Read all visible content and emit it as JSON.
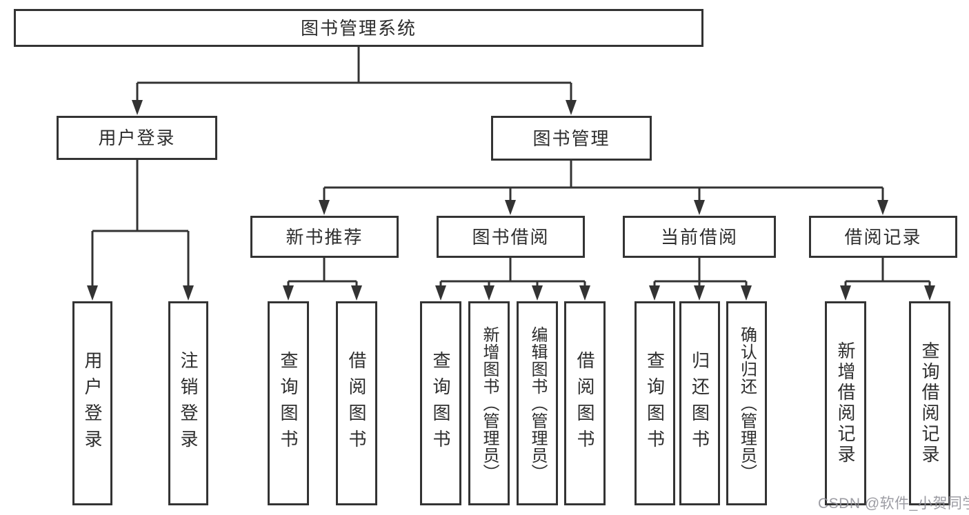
{
  "diagram": {
    "root": {
      "label": "图书管理系统"
    },
    "branches": [
      {
        "label": "用户登录",
        "leaves": [
          {
            "label": "用户登录"
          },
          {
            "label": "注销登录"
          }
        ]
      },
      {
        "label": "图书管理",
        "groups": [
          {
            "label": "新书推荐",
            "leaves": [
              {
                "label": "查询图书"
              },
              {
                "label": "借阅图书"
              }
            ]
          },
          {
            "label": "图书借阅",
            "leaves": [
              {
                "label": "查询图书"
              },
              {
                "label": "新增图书（管理员）"
              },
              {
                "label": "编辑图书（管理员）"
              },
              {
                "label": "借阅图书"
              }
            ]
          },
          {
            "label": "当前借阅",
            "leaves": [
              {
                "label": "查询图书"
              },
              {
                "label": "归还图书"
              },
              {
                "label": "确认归还（管理员）"
              }
            ]
          },
          {
            "label": "借阅记录",
            "leaves": [
              {
                "label": "新增借阅记录"
              },
              {
                "label": "查询借阅记录"
              }
            ]
          }
        ]
      }
    ]
  },
  "watermark": {
    "text": "CSDN @软件_小贺同学"
  },
  "colors": {
    "line": "#333333",
    "border": "#333333",
    "text": "#2d2d2d",
    "watermark": "#8e8e96",
    "background": "#ffffff"
  }
}
